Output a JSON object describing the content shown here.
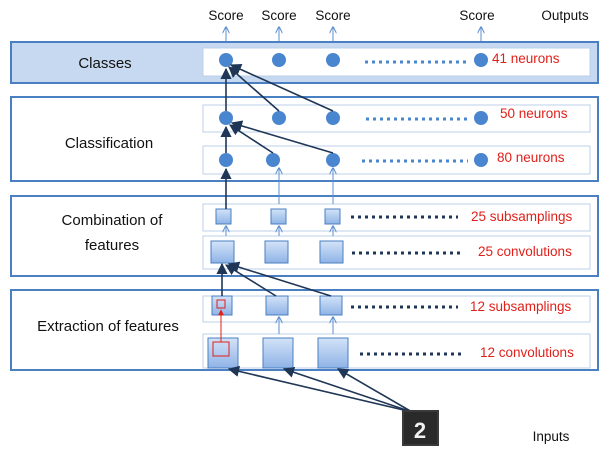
{
  "outputs": {
    "score_labels": [
      "Score",
      "Score",
      "Score",
      "Score"
    ],
    "outputs_label": "Outputs"
  },
  "layers": {
    "classes": {
      "label": "Classes",
      "rows": [
        {
          "count_label": "41 neurons"
        }
      ]
    },
    "classification": {
      "label": "Classification",
      "rows": [
        {
          "count_label": "50 neurons"
        },
        {
          "count_label": "80 neurons"
        }
      ]
    },
    "combination": {
      "label_line1": "Combination of",
      "label_line2": "features",
      "rows": [
        {
          "count_label": "25 subsamplings"
        },
        {
          "count_label": "25 convolutions"
        }
      ]
    },
    "extraction": {
      "label": "Extraction of features",
      "rows": [
        {
          "count_label": "12 subsamplings"
        },
        {
          "count_label": "12 convolutions"
        }
      ]
    }
  },
  "input": {
    "digit": "2",
    "label": "Inputs"
  },
  "colors": {
    "block_border": "#4a7fc1",
    "classes_fill": "#c6d9f0",
    "neuron": "#4a86d0",
    "square_fill": "#a9c7ee",
    "arrow": "#1f3656",
    "red_text": "#e0201a",
    "digit_bg": "#3a3a3a"
  }
}
